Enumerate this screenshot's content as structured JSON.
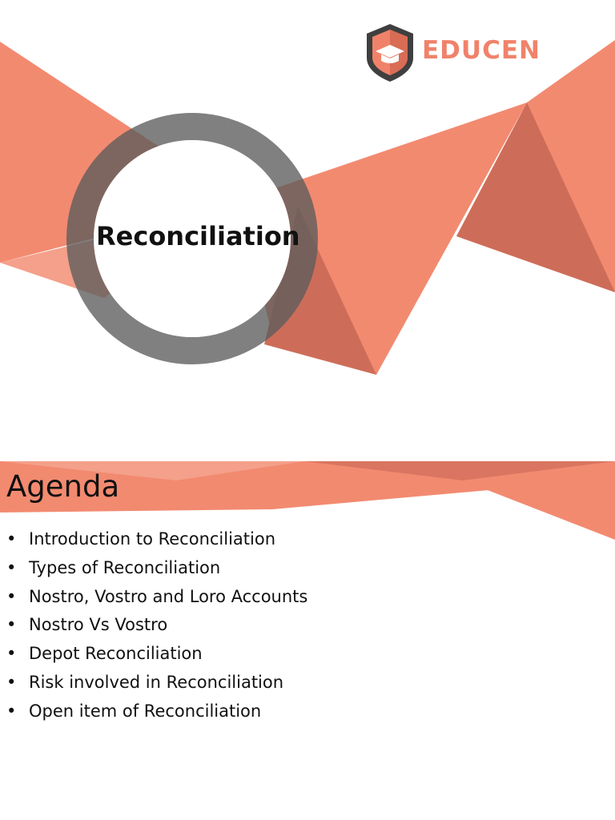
{
  "brand": {
    "name": "EDUCEN",
    "accent": "#f0826a",
    "dark": "#4d4d4d",
    "ring": "#7a7a7a"
  },
  "slide1": {
    "title": "Reconciliation"
  },
  "slide2": {
    "title": "Agenda",
    "items": [
      "Introduction to Reconciliation",
      "Types of Reconciliation",
      "Nostro, Vostro and Loro Accounts",
      "Nostro Vs Vostro",
      "Depot Reconciliation",
      "Risk involved in Reconciliation",
      "Open item of Reconciliation"
    ]
  }
}
